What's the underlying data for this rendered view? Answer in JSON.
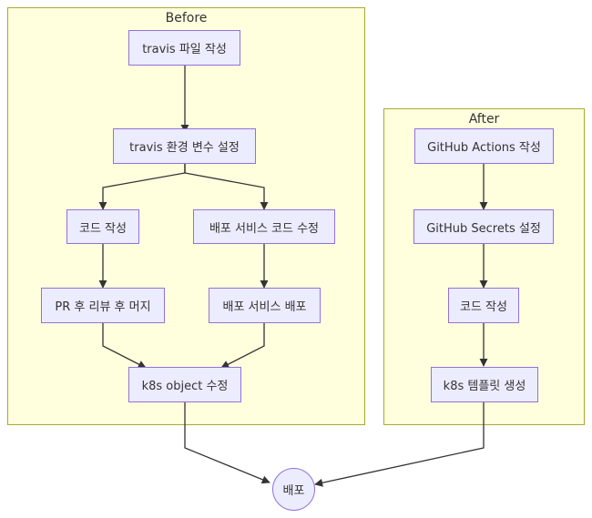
{
  "clusters": {
    "before": "Before",
    "after": "After"
  },
  "nodes": {
    "travis_file": "travis 파일 작성",
    "travis_env": "travis 환경 변수 설정",
    "code_write_before": "코드 작성",
    "deploy_service_code": "배포 서비스 코드 수정",
    "pr_review_merge": "PR 후 리뷰 후 머지",
    "deploy_service_deploy": "배포 서비스 배포",
    "k8s_object": "k8s object 수정",
    "github_actions": "GitHub Actions 작성",
    "github_secrets": "GitHub Secrets 설정",
    "code_write_after": "코드 작성",
    "k8s_template": "k8s 템플릿 생성",
    "deploy": "배포"
  },
  "colors": {
    "cluster_fill": "#ffffde",
    "cluster_border": "#aaaa33",
    "node_fill": "#ececff",
    "node_border": "#9370db",
    "edge": "#333333"
  }
}
